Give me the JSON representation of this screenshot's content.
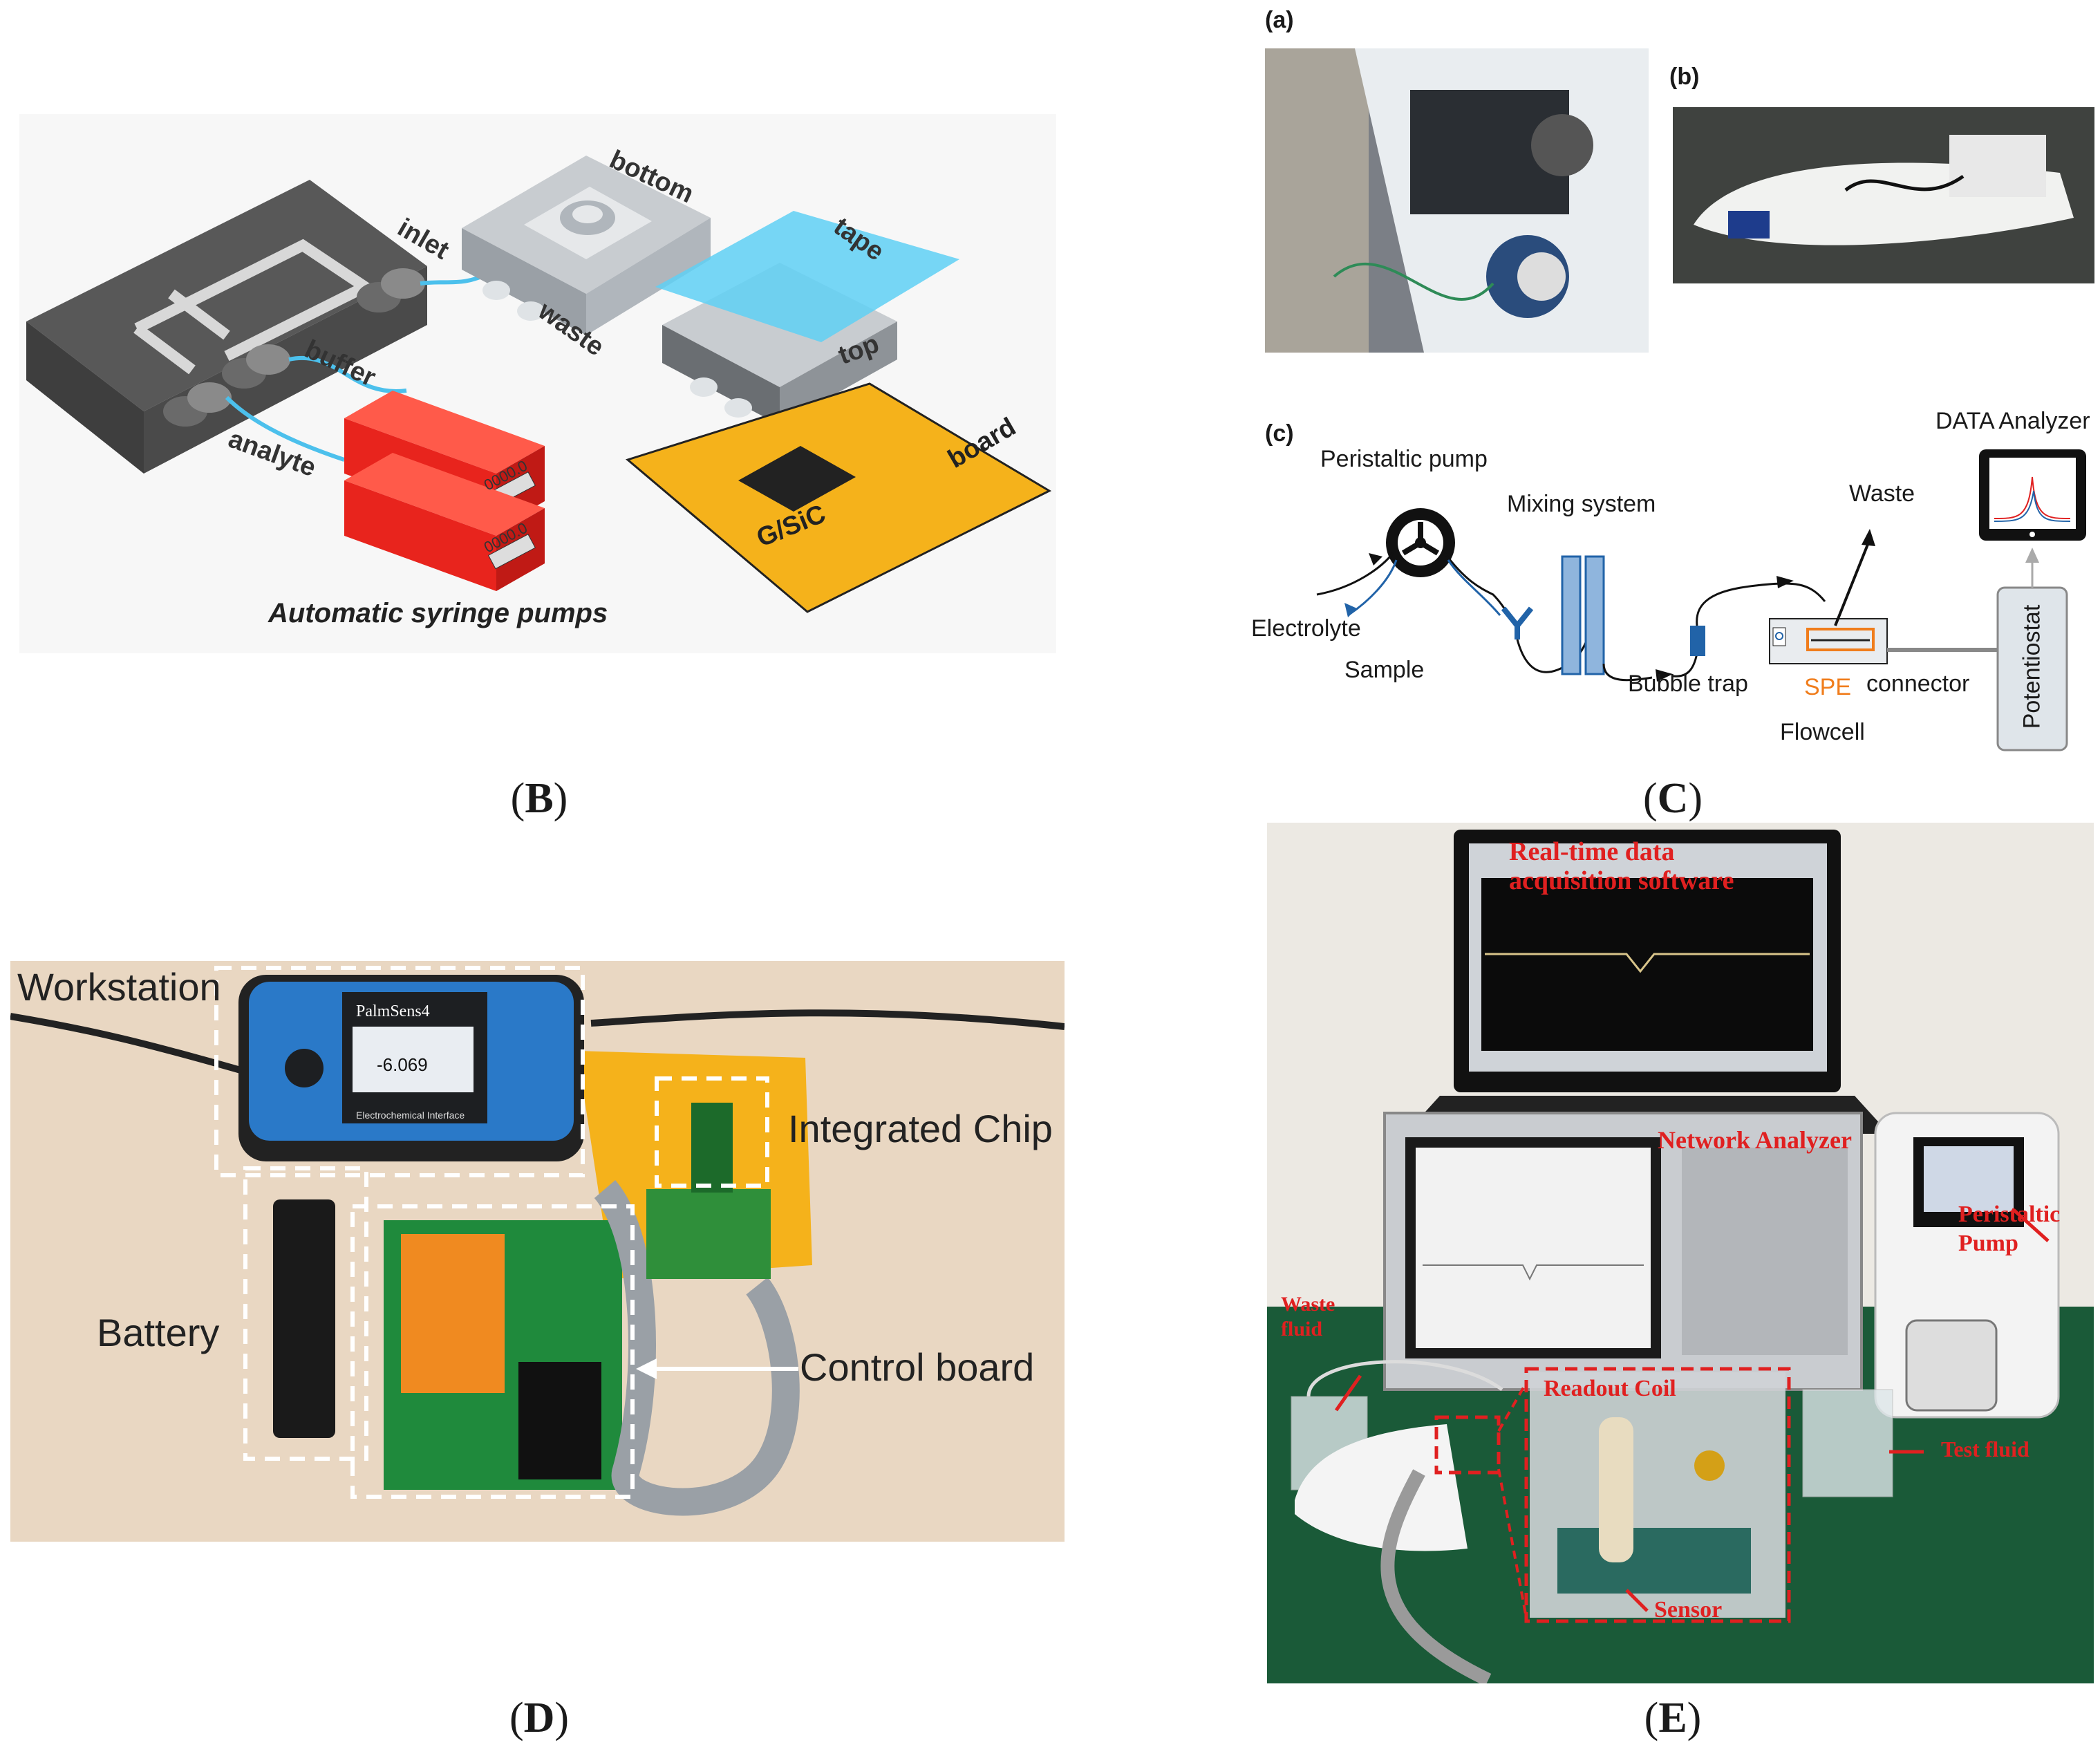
{
  "panelB": {
    "caption_letter": "B",
    "labels": {
      "bottom": "bottom",
      "inlet": "inlet",
      "waste": "waste",
      "tape": "tape",
      "top": "top",
      "buffer": "buffer",
      "analyte": "analyte",
      "gsic": "G/SiC",
      "board": "board",
      "pumps": "Automatic syringe pumps",
      "pump_display1": "0000.0",
      "pump_display2": "0000.0"
    }
  },
  "panelC": {
    "caption_letter": "C",
    "sub_a": "(a)",
    "sub_b": "(b)",
    "sub_c": "(c)",
    "labels": {
      "peristaltic": "Peristaltic pump",
      "mixing": "Mixing system",
      "data_analyzer": "DATA Analyzer",
      "waste": "Waste",
      "electrolyte": "Electrolyte",
      "sample": "Sample",
      "bubble_trap": "Bubble trap",
      "spe": "SPE",
      "connector": "connector",
      "flowcell": "Flowcell",
      "potentiostat": "Potentiostat"
    }
  },
  "panelD": {
    "caption_letter": "D",
    "labels": {
      "workstation": "Workstation",
      "integrated_chip": "Integrated Chip",
      "battery": "Battery",
      "control_board": "Control board",
      "device_brand": "PalmSens4",
      "device_reading": "-6.069",
      "device_subtitle": "Electrochemical Interface"
    }
  },
  "panelE": {
    "caption_letter": "E",
    "labels": {
      "software_line1": "Real-time data",
      "software_line2": "acquisition software",
      "network_analyzer": "Network Analyzer",
      "peristaltic_line1": "Peristaltic",
      "peristaltic_line2": "Pump",
      "waste_line1": "Waste",
      "waste_line2": "fluid",
      "readout_coil": "Readout Coil",
      "test_fluid": "Test fluid",
      "sensor": "Sensor"
    }
  },
  "colors": {
    "accent_blue": "#4cc0ec",
    "tape_blue": "#5fd0f5",
    "board_orange": "#f5b21b",
    "pump_red": "#e8241d",
    "spe_orange": "#f07d1c",
    "annotation_red": "#e02020",
    "palmsens_blue": "#2a79c8",
    "lab_green": "#1a5a38"
  }
}
